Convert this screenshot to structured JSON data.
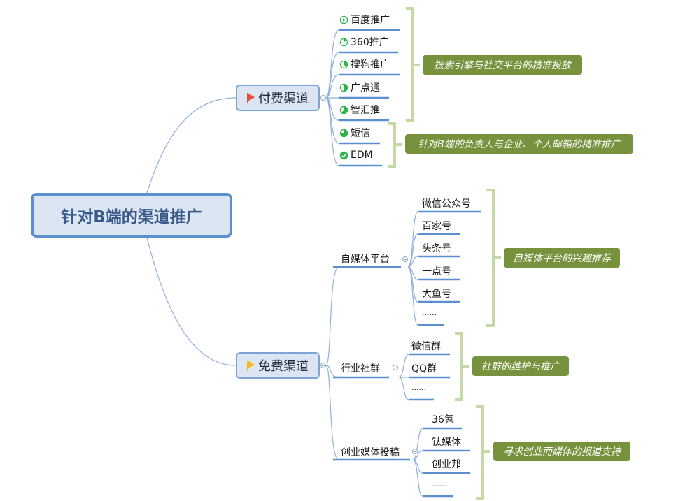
{
  "central_topic": "针对B端的渠道推广",
  "colors": {
    "line": "#5b8fd0",
    "branch_line": "#a9c1e3",
    "bracket": "#c5d9a6",
    "summary_bg": "#77923c",
    "paid_flag": "#e84c3d",
    "free_flag": "#f5b921",
    "progress_green": "#2db34a"
  },
  "branches": [
    {
      "label": "付费渠道",
      "flag_icon": "red-flag-icon",
      "children": [
        {
          "label": "百度推广",
          "icon": "progress-start-icon"
        },
        {
          "label": "360推广",
          "icon": "progress-eighth-icon"
        },
        {
          "label": "搜狗推广",
          "icon": "progress-quarter-icon"
        },
        {
          "label": "广点通",
          "icon": "progress-half-icon"
        },
        {
          "label": "智汇推",
          "icon": "progress-five-eighths-icon"
        },
        {
          "label": "短信",
          "icon": "progress-three-quarters-icon"
        },
        {
          "label": "EDM",
          "icon": "task-done-icon"
        }
      ],
      "summaries": [
        {
          "text": "搜索引擎与社交平台的精准投放",
          "covers": "百度推广–智汇推"
        },
        {
          "text": "针对B端的负责人与企业、个人邮箱的精准推广",
          "covers": "短信–EDM"
        }
      ]
    },
    {
      "label": "免费渠道",
      "flag_icon": "yellow-flag-icon",
      "groups": [
        {
          "label": "自媒体平台",
          "children": [
            "微信公众号",
            "百家号",
            "头条号",
            "一点号",
            "大鱼号",
            "......"
          ],
          "summary": "自媒体平台的兴趣推荐"
        },
        {
          "label": "行业社群",
          "children": [
            "微信群",
            "QQ群",
            "......"
          ],
          "summary": "社群的维护与推广"
        },
        {
          "label": "创业媒体投稿",
          "children": [
            "36氪",
            "钛媒体",
            "创业邦",
            "......"
          ],
          "summary": "寻求创业而媒体的报道支持"
        }
      ]
    }
  ]
}
